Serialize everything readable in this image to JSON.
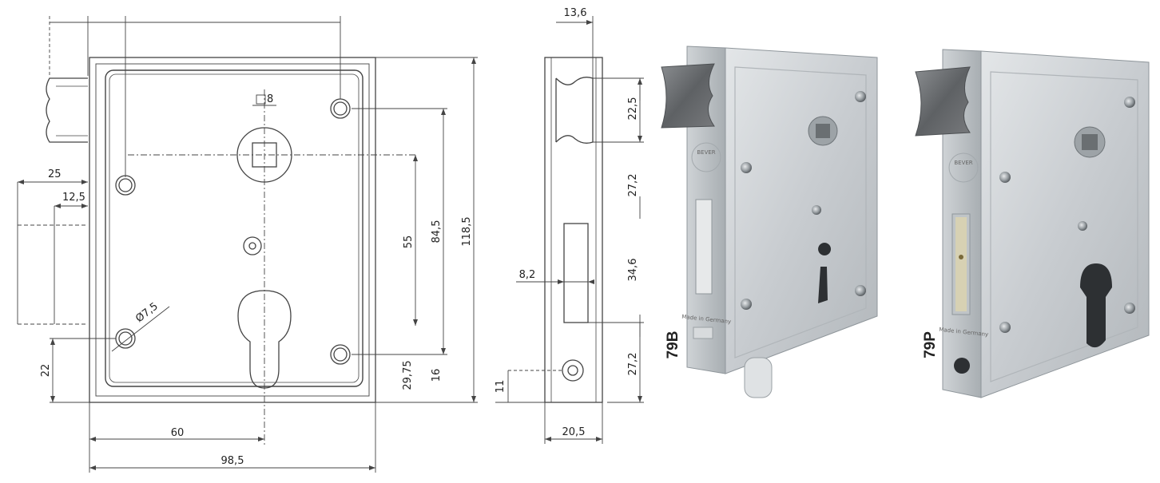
{
  "front_view": {
    "dims": {
      "square": "8",
      "d_25": "25",
      "d_12_5": "12,5",
      "hole_dia": "Ø7,5",
      "d_55": "55",
      "d_84_5": "84,5",
      "d_118_5": "118,5",
      "d_29_75": "29,75",
      "d_16": "16",
      "d_22": "22",
      "d_60": "60",
      "d_98_5": "98,5"
    }
  },
  "side_view": {
    "dims": {
      "d_13_6": "13,6",
      "d_22_5": "22,5",
      "d_27_2_top": "27,2",
      "d_34_6": "34,6",
      "d_27_2_bottom": "27,2",
      "d_8_2": "8,2",
      "d_11": "11",
      "d_20_5": "20,5"
    }
  },
  "products": [
    {
      "model": "79B",
      "stamp_brand": "BEVER",
      "stamp_origin": "Made in Germany"
    },
    {
      "model": "79P",
      "stamp_brand": "BEVER",
      "stamp_origin": "Made in Germany"
    }
  ],
  "colors": {
    "line": "#444444",
    "metal": "#c9cdd0",
    "metal_dark": "#8f969b",
    "latch": "#6f7275"
  }
}
